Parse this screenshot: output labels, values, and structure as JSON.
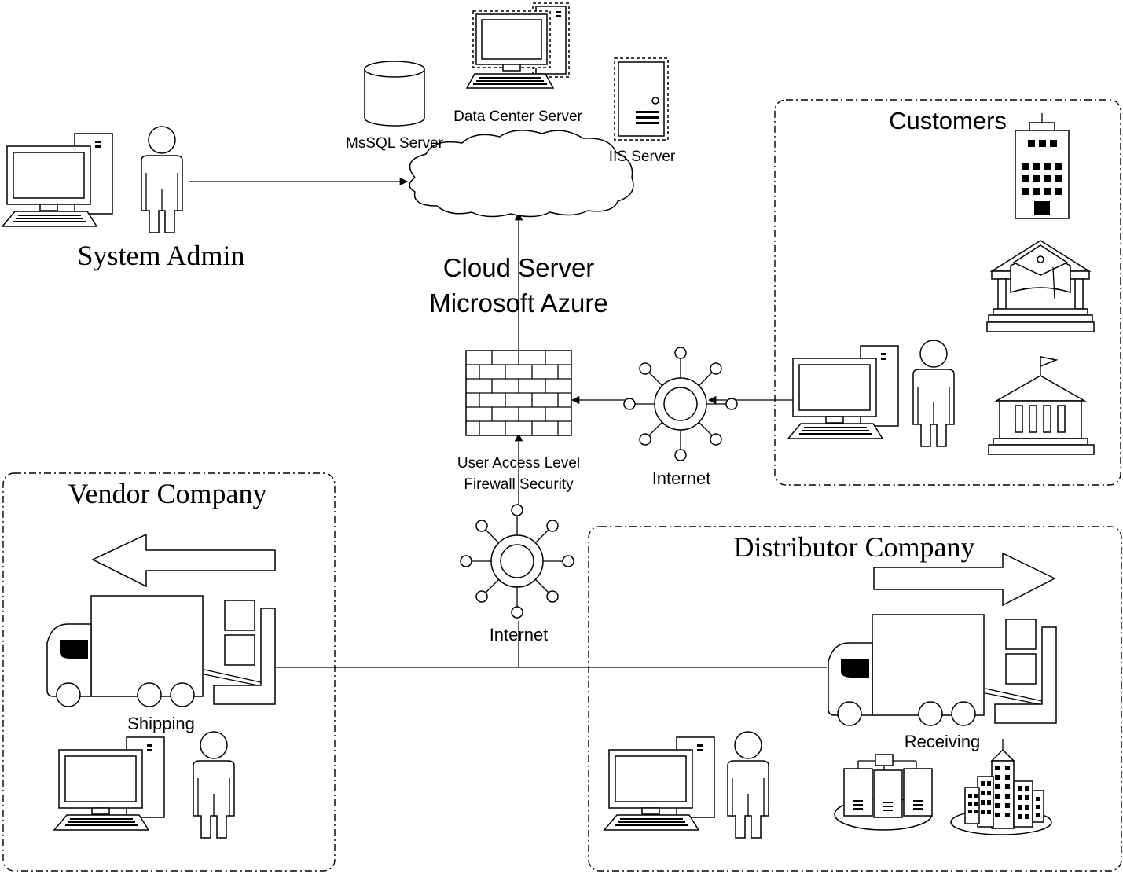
{
  "nodes": {
    "system_admin": "System Admin",
    "mssql_server": "MsSQL Server",
    "data_center_server": "Data Center Server",
    "iis_server": "IIS Server",
    "cloud_line1": "Cloud Server",
    "cloud_line2": "Microsoft Azure",
    "firewall_line1": "User Access Level",
    "firewall_line2": "Firewall Security",
    "internet_right": "Internet",
    "internet_center": "Internet"
  },
  "groups": {
    "customers": "Customers",
    "vendor": "Vendor Company",
    "distributor": "Distributor Company"
  },
  "sublabels": {
    "shipping": "Shipping",
    "receiving": "Receiving"
  }
}
